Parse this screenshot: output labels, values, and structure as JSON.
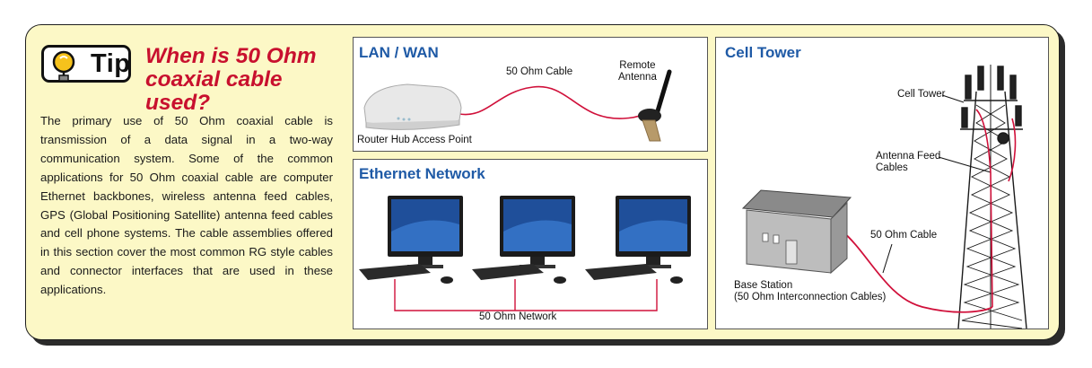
{
  "tip": {
    "badge_label": "Tip",
    "heading_line1": "When is 50 Ohm",
    "heading_line2": "coaxial cable used?",
    "body": "The primary use of 50 Ohm coaxial cable is transmission of a data signal in a two-way communication system. Some of the common applications for 50 Ohm coaxial cable are computer Ethernet backbones, wireless antenna feed cables, GPS (Global Positioning Satellite) antenna feed cables and cell phone systems. The cable assemblies offered in this section cover the most common RG style cables and connector interfaces that are used in these applications."
  },
  "lan_wan": {
    "title": "LAN / WAN",
    "cable_label": "50 Ohm Cable",
    "antenna_label_line1": "Remote",
    "antenna_label_line2": "Antenna",
    "router_label": "Router Hub Access Point"
  },
  "ethernet": {
    "title": "Ethernet Network",
    "network_label": "50 Ohm Network"
  },
  "cell_tower": {
    "title": "Cell Tower",
    "tower_label": "Cell Tower",
    "feed_label_line1": "Antenna Feed",
    "feed_label_line2": "Cables",
    "cable_label": "50 Ohm Cable",
    "station_label_line1": "Base Station",
    "station_label_line2": "(50 Ohm Interconnection Cables)"
  },
  "colors": {
    "heading": "#c8102e",
    "box_title": "#1f5aa6",
    "cable": "#d0103a",
    "panel_bg": "#fcf8c6"
  },
  "icons": [
    "lightbulb-icon",
    "router-icon",
    "antenna-icon",
    "monitor-icon",
    "keyboard-icon",
    "mouse-icon",
    "building-icon",
    "tower-icon"
  ]
}
